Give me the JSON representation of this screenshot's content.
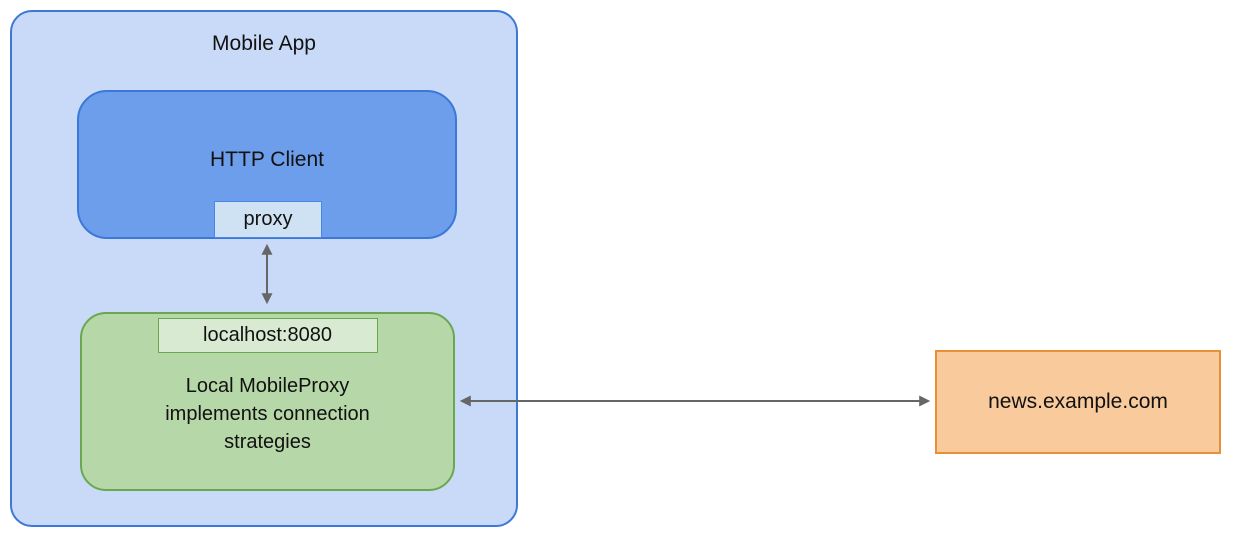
{
  "diagram": {
    "mobile_app": {
      "title": "Mobile App",
      "http_client": {
        "label": "HTTP Client",
        "proxy_port_label": "proxy"
      },
      "local_proxy": {
        "port_label": "localhost:8080",
        "label": "Local MobileProxy\nimplements connection\nstrategies"
      }
    },
    "remote_server": {
      "label": "news.example.com"
    },
    "colors": {
      "mobile_app_fill": "#c9daf8",
      "mobile_app_border": "#3c78d8",
      "http_client_fill": "#6d9eeb",
      "proxy_tag_fill": "#cfe2f3",
      "local_proxy_fill": "#b6d7a8",
      "local_proxy_border": "#6aa84f",
      "port_tag_fill": "#d9ead3",
      "server_fill": "#f9cb9c",
      "server_border": "#e69138",
      "arrow": "#666666"
    }
  }
}
